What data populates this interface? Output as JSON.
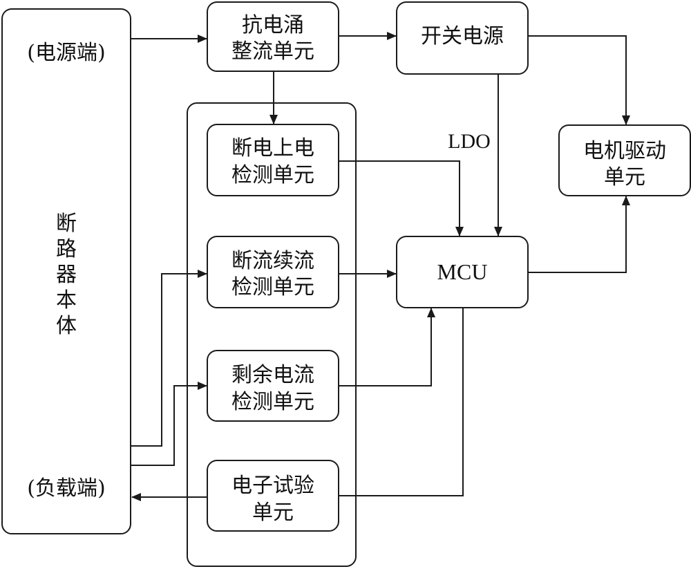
{
  "breaker": {
    "source_end": "(电源端)",
    "body_chars": [
      "断",
      "路",
      "器",
      "本",
      "体"
    ],
    "load_end": "(负载端)"
  },
  "blocks": {
    "surge_rectifier": [
      "抗电涌",
      "整流单元"
    ],
    "switching_power": [
      "开关电源"
    ],
    "motor_drive": [
      "电机驱动",
      "单元"
    ],
    "power_detect": [
      "断电上电",
      "检测单元"
    ],
    "arc_detect": [
      "断流续流",
      "检测单元"
    ],
    "residual_detect": [
      "剩余电流",
      "检测单元"
    ],
    "electronic_test": [
      "电子试验",
      "单元"
    ],
    "mcu": "MCU"
  },
  "wire_labels": {
    "ldo": "LDO"
  }
}
